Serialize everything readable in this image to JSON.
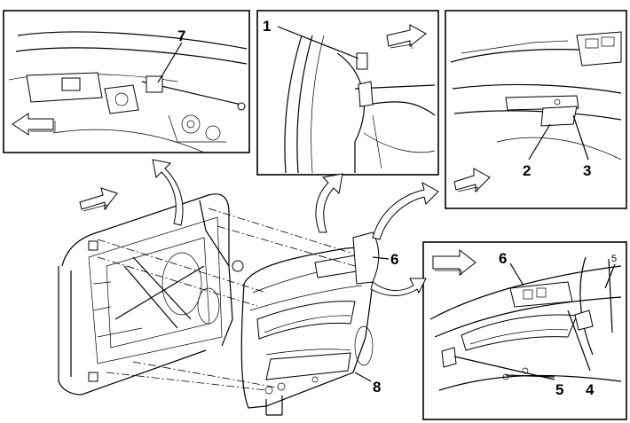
{
  "callouts": {
    "c1": "1",
    "c2": "2",
    "c3": "3",
    "c4": "4",
    "c5": "5",
    "c5_small": "5",
    "c6_main": "6",
    "c6_detail": "6",
    "c7": "7",
    "c8": "8"
  },
  "icons": {
    "direction_arrow": "hollow-block-arrow-icon",
    "flow_arrow": "curved-arrow-icon"
  },
  "colors": {
    "line": "#000000",
    "background": "#ffffff"
  }
}
